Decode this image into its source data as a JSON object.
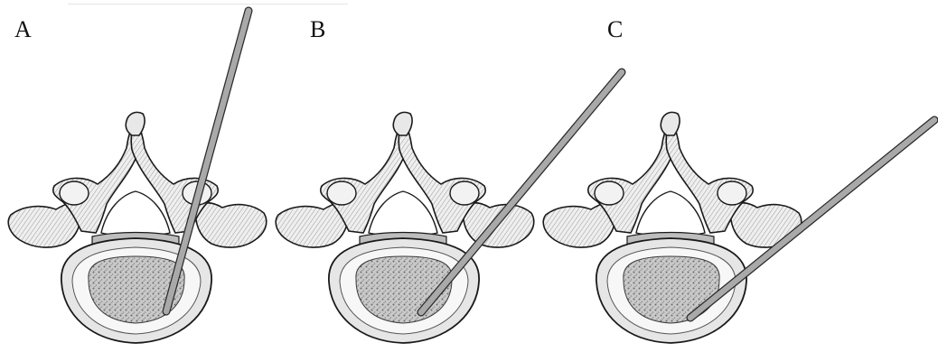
{
  "panels": [
    {
      "label": "A"
    },
    {
      "label": "B"
    },
    {
      "label": "C"
    }
  ],
  "colors": {
    "background": "#ffffff",
    "bone_outline": "#1a1a1a",
    "bone_fill": "#f4f4f4",
    "cortex_fill": "#dcdcdc",
    "cancellous_fill": "#b8b8b8",
    "needle_fill": "#a9a9a9",
    "needle_outline": "#2a2a2a"
  },
  "icons": {
    "vertebra": "vertebra-axial-section-icon",
    "needle": "needle-icon"
  }
}
